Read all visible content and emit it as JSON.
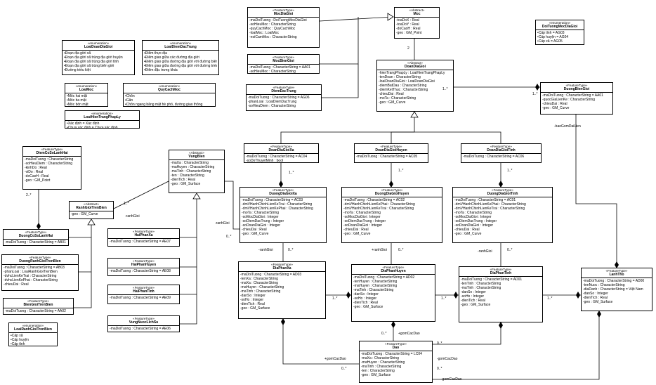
{
  "classes": {
    "moc_dia_gioi": {
      "stereo": "«FeatureType»",
      "name": "MocDiaGioi",
      "attrs": [
        "-maDoiTuong : DoiTuongMocDiaGioi",
        "-soHieuMoc : CharacterString",
        "-quyCachMoc : QuyCachMoc",
        "-loaiMoc : LoaiMoc",
        "-noiCamMoc : CharacterString"
      ]
    },
    "moc": {
      "stereo": "«Abstract»",
      "name": "Moc",
      "attrs": [
        "-toaDoX : Real",
        "-toaDoY : Real",
        "-doCaoH : Real",
        "-geo : GM_Point"
      ]
    },
    "doi_tuong_moc": {
      "stereo": "«enumeration»",
      "name": "DoiTuongMocDiaGioi",
      "literals": [
        "•Cấp tỉnh = AG03",
        "•Cấp huyện = AG04",
        "•Cấp xã = AG05"
      ]
    },
    "loai_doan": {
      "stereo": "«enumeration»",
      "name": "LoaiDoanDiaGioi",
      "literals": [
        "•Đoạn địa giới xã",
        "•Đoạn địa giới xã trùng địa giới huyện",
        "•Đoạn địa giới xã trùng địa giới tỉnh",
        "•Đoạn địa giới xã trùng biên giới",
        "•Đường triều kiệt"
      ]
    },
    "loai_diem": {
      "stereo": "«enumeration»",
      "name": "LoaiDiemDacTrung",
      "literals": [
        "•Điểm thực địa",
        "•Điểm giao giữa các đường địa giới",
        "•Điểm giao giữa đường địa giới với đường biên giới",
        "•Điểm giao giữa đường địa giới với đường triều kiệt",
        "•Điểm đặc trưng khác"
      ]
    },
    "moc_bien_gioi": {
      "stereo": "«FeatureType»",
      "name": "MocBienGioi",
      "attrs": [
        "-maDoiTuong : CharacterString = AA01",
        "-soHieuMoc : CharacterString"
      ]
    },
    "loai_moc": {
      "stereo": "«enumeration»",
      "name": "LoaiMoc",
      "literals": [
        "•Mốc hai mặt",
        "•Mốc ba mặt",
        "•Mốc bốn mặt"
      ]
    },
    "quy_cach": {
      "stereo": "«enumeration»",
      "name": "QuyCachMoc",
      "literals": [
        "•Chôn",
        "•Gắn",
        "•Chôn ngang bằng mặt hè phố, đường giao thông"
      ]
    },
    "diem_dac_trung": {
      "stereo": "«FeatureType»",
      "name": "DiemDacTrung",
      "attrs": [
        "-maDoiTuong : CharacterString = AG06",
        "-phanLoai : LoaiDiemDacTrung",
        "-soHieuDiem : CharacterString"
      ]
    },
    "doan_dia_gioi": {
      "stereo": "«Abstract»",
      "name": "DoanDiaGioi",
      "attrs": [
        "-hienTrangPhapLy : LoaiHienTrangPhapLy",
        "-tenDoan : CharacterString",
        "-loaiDoanDiaGioi : LoaiDoanDiaGioi",
        "-diemBatDau : CharacterString",
        "-diemKetThuc : CharacterString",
        "-chieuDai : Real",
        "-moTa : CharacterString",
        "-geo : GM_Curve"
      ]
    },
    "loai_hien_trang": {
      "stereo": "«enumeration»",
      "name": "LoaiHienTrangPhapLy",
      "literals": [
        "•Xác định = Xác định",
        "•Chưa xác định = Chưa xác định"
      ]
    },
    "duong_bien_gioi": {
      "stereo": "«FeatureType»",
      "name": "DuongBienGioi",
      "attrs": [
        "-maDoiTuong : CharacterString = AA01",
        "-quocGiaLienKe : CharacterString",
        "-chieuDai : Real",
        "-geo : GM_Curve"
      ]
    },
    "diem_co_so": {
      "stereo": "«FeatureType»",
      "name": "DiemCoSoLanhHai",
      "attrs": [
        "-maDoiTuong : CharacterString",
        "-soHieuDiem : CharacterString",
        "-kinhDo : Real",
        "-viDo : Real",
        "-doCaoH : Real",
        "-geo : GM_Point"
      ]
    },
    "vung_bien": {
      "stereo": "«Abstract»",
      "name": "VungBien",
      "attrs": [
        "-maXa : CharacterString",
        "-maHuyen : CharacterString",
        "-maTinh : CharacterString",
        "-ten : CharacterString",
        "-dienTich : Real",
        "-geo : GM_Surface"
      ]
    },
    "ranh_gioi": {
      "stereo": "«Abstract»",
      "name": "RanhGioiTrenBien",
      "attrs": [
        "-geo : GM_Curve"
      ]
    },
    "doan_xa": {
      "stereo": "«FeatureType»",
      "name": "DoanDiaGioiXa",
      "attrs": [
        "-maDoiTuong : CharacterString = AC04",
        "-soDoThuyetMinh : bool"
      ]
    },
    "doan_huyen": {
      "stereo": "«FeatureType»",
      "name": "DoanDiaGioiHuyen",
      "attrs": [
        "-maDoiTuong : CharacterString = AC05"
      ]
    },
    "doan_tinh": {
      "stereo": "«FeatureType»",
      "name": "DoanDiaGioiTinh",
      "attrs": [
        "-maDoiTuong : CharacterString = AC06"
      ]
    },
    "duong_xa": {
      "stereo": "«FeatureType»",
      "name": "DuongDiaGioiXa",
      "attrs": [
        "-maDoiTuong : CharacterString = AC03",
        "-dmVHanhChinhLienKeTrai : CharacterString",
        "-dmVHanhChinhLienKePhai : CharacterString",
        "-moTa : CharacterString",
        "-soMocDiaGioi : Integer",
        "-soDiemDacTrung : Integer",
        "-soDoanDiaGioi : Integer",
        "-chieuDai : Real",
        "-geo : GM_Curve"
      ]
    },
    "duong_huyen": {
      "stereo": "«FeatureType»",
      "name": "DuongDiaGioiHuyen",
      "attrs": [
        "-maDoiTuong : CharacterString = AC02",
        "-dmVHanhChinhLienKePhai : CharacterString",
        "-dmVHanhChinhLienKeTrai : CharacterString",
        "-moTa : CharacterString",
        "-soMocDiaGioi : Integer",
        "-soDiemDacTrung : Integer",
        "-soDoanDiaGioi : Integer",
        "-chieuDai : Real",
        "-geo : GM_Curve"
      ]
    },
    "duong_tinh": {
      "stereo": "«FeatureType»",
      "name": "DuongDiaGioiTinh",
      "attrs": [
        "-maDoiTuong : CharacterString = AC01",
        "-dmVHanhChinhLienKePhai : CharacterString",
        "-dmVHanhChinhLienKeTrai : CharacterString",
        "-moTa : CharacterString",
        "-soMocDiaGioi : Integer",
        "-soDiemDacTrung : Integer",
        "-soDoanDiaGioi : Integer",
        "-chieuDai : Real",
        "-geo : GM_Curve"
      ]
    },
    "duong_co_so": {
      "stereo": "«FeatureType»",
      "name": "DuongCoSoLanhHai",
      "attrs": [
        "-maDoiTuong : CharacterString = AB01"
      ]
    },
    "duong_ranh_gioi": {
      "stereo": "«FeatureType»",
      "name": "DuongRanhGioiTrenBien",
      "attrs": [
        "-maDoiTuong : CharacterString = AB03",
        "-phanLoai : LoaiRanhGioiTrenBien",
        "-dvhcLienKeTrai : CharacterString",
        "-dvhcLienKePhai : CharacterString",
        "-chieuDai : Real"
      ]
    },
    "bien_gioi_tren_bien": {
      "stereo": "«FeatureType»",
      "name": "BienGioiTrenBien",
      "attrs": [
        "-maDoiTuong : CharacterString = AA02"
      ]
    },
    "loai_ranh_gioi": {
      "stereo": "«enumeration»",
      "name": "LoaiRanhGioiTrenBien",
      "literals": [
        "•Cấp xã",
        "•Cấp huyện",
        "•Cấp tỉnh"
      ]
    },
    "hai_phan_xa": {
      "stereo": "«FeatureType»",
      "name": "HaiPhanXa",
      "attrs": [
        "-maDoiTuong : CharacterString = AE07"
      ]
    },
    "hai_phan_huyen": {
      "stereo": "«FeatureType»",
      "name": "HaiPhanHuyen",
      "attrs": [
        "-maDoiTuong : CharacterString = AE08"
      ]
    },
    "hai_phan_tinh": {
      "stereo": "«FeatureType»",
      "name": "HaiPhanTinh",
      "attrs": [
        "-maDoiTuong : CharacterString = AE09"
      ]
    },
    "vung_nuoc": {
      "stereo": "«FeatureType»",
      "name": "VungNuocLichSu",
      "attrs": [
        "-maDoiTuong : CharacterString = AE06"
      ]
    },
    "dia_phan_xa": {
      "stereo": "«FeatureType»",
      "name": "DiaPhanXa",
      "attrs": [
        "-maDoiTuong : CharacterString = AD03",
        "-tenXa : CharacterString",
        "-maXa : CharacterString",
        "-maHuyen : CharacterString",
        "-maTinh : CharacterString",
        "-danSo : Integer",
        "-soHo : Integer",
        "-dienTich : Real",
        "-geo : GM_Surface"
      ]
    },
    "dia_phan_huyen": {
      "stereo": "«FeatureType»",
      "name": "DiaPhanHuyen",
      "attrs": [
        "-maDoiTuong : CharacterString = AD02",
        "-tenHuyen : CharacterString",
        "-maHuyen : CharacterString",
        "-maTinh : CharacterString",
        "-danSo : Integer",
        "-soHo : Integer",
        "-dienTich : Real",
        "-geo : GM_Surface"
      ]
    },
    "dia_phan_tinh": {
      "stereo": "«FeatureType»",
      "name": "DiaPhanTinh",
      "attrs": [
        "-maDoiTuong : CharacterString = AD01",
        "-tenTinh : CharacterString",
        "-maTinh : CharacterString",
        "-danSo : Integer",
        "-soHo : Integer",
        "-dienTich : Real",
        "-geo : GM_Surface"
      ]
    },
    "lanh_tho": {
      "stereo": "«FeatureType»",
      "name": "LanhTho",
      "attrs": [
        "-maDoiTuong : CharacterString = AD00",
        "-tenNuoc : CharacterString",
        "-diaDanh : CharacterString = Việt Nam",
        "-danSo : Integer",
        "-dienTich : Real",
        "-geo : GM_Surface"
      ]
    },
    "dao": {
      "stereo": "«FeatureType»",
      "name": "Dao",
      "attrs": [
        "-maDoiTuong : CharacterString = LC04",
        "-maXa : CharacterString",
        "-maHuyen : CharacterString",
        "-maTinh : CharacterString",
        "-ten : CharacterString",
        "-geo : GM_Surface"
      ]
    }
  },
  "labels": {
    "m_moc_doan": "2",
    "m_doan_doan": "1..*",
    "m_bg_1n": "1..*",
    "role_bao_gom": "-baoGomDaiLien",
    "m_xa_1n": "1..*",
    "m_huyen_1n": "1..*",
    "m_tinh_1n": "1..*",
    "m_dcs_2n": "2..*",
    "m_rg_1n": "1..*",
    "role_ranh_gioi_a": "-ranhGioi",
    "role_ranh_gioi_b": "-ranhGioi",
    "m_dpx_0n": "0..*",
    "role_rg_xa": "-ranhGioi",
    "m_xa_0n": "0..*",
    "role_rg_huyen": "+ranhGioi",
    "m_huyen_0n": "0..*",
    "role_rg_tinh": "-ranhGioi",
    "m_tinh_0n": "0..*",
    "m_xh_1n": "1..*",
    "m_ht_1n": "1..*",
    "m_tl_1n": "1..*",
    "m_dao_0n_a": "0..*",
    "role_gom_cac_dao_a": "+gomCacDao",
    "role_gom_cac_dao_b": "+gomCacDao",
    "m_dao_0n_b": "0..*",
    "role_gom_cac_dao_c": "-gomCacDao",
    "m_dao_0n_c": "0..*",
    "role_gom_cac_dao_d": "-gomCacDao",
    "m_dao_0n_d": "0..*"
  }
}
